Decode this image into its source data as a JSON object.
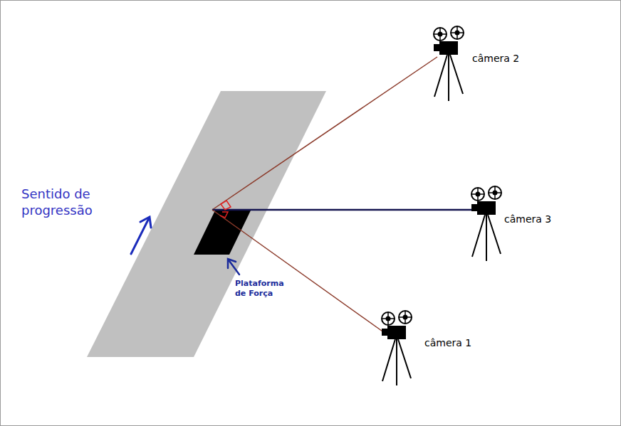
{
  "diagram": {
    "labels": [
      "Sentido de progressão",
      "Plataforma de Força",
      "câmera 2",
      "câmera 3",
      "câmera 1"
    ]
  }
}
